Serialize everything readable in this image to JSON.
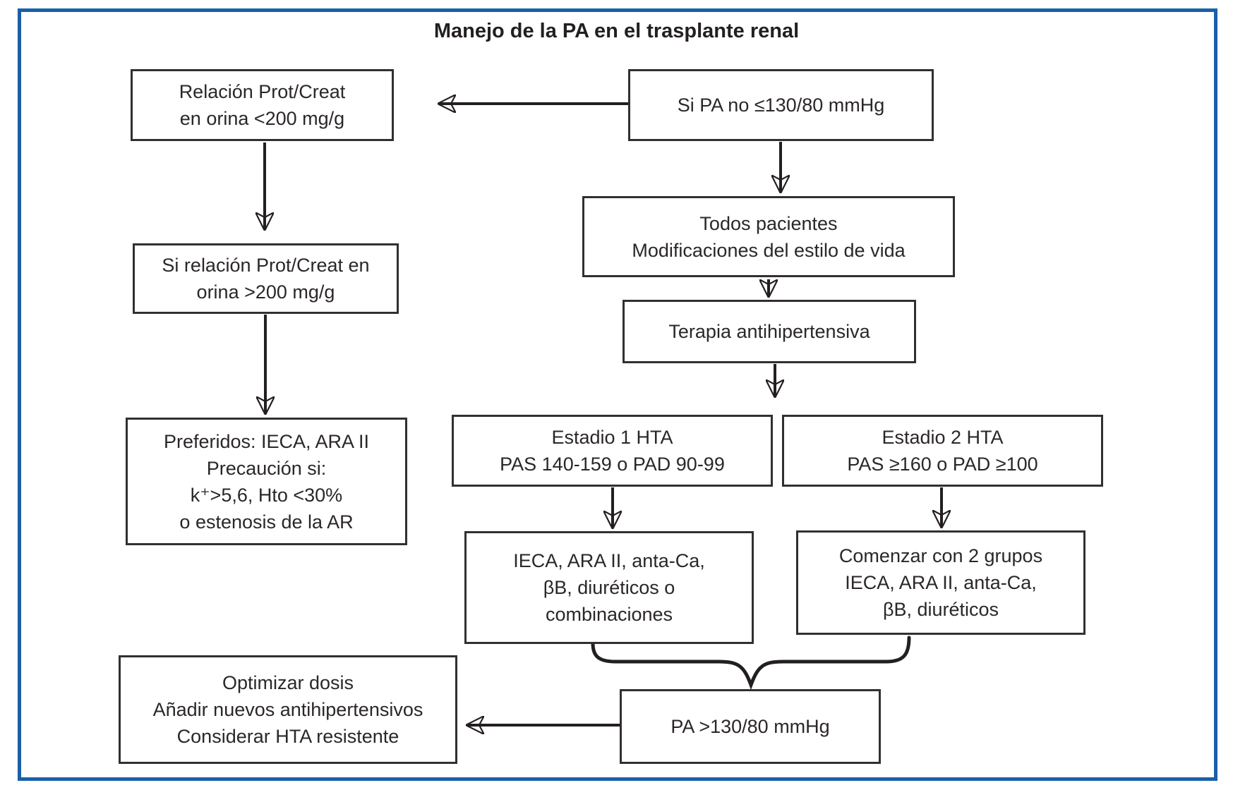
{
  "title": "Manejo de la PA en el trasplante renal",
  "frame_color": "#1a5fa9",
  "line_color": "#231f20",
  "boxes": {
    "relacion_menor": {
      "lines": [
        "Relación Prot/Creat",
        "en orina <200 mg/g"
      ]
    },
    "si_pa_no": {
      "lines": [
        "Si PA no ≤130/80 mmHg"
      ]
    },
    "todos_pacientes": {
      "lines": [
        "Todos pacientes",
        "Modificaciones del estilo de vida"
      ]
    },
    "terapia": {
      "lines": [
        "Terapia antihipertensiva"
      ]
    },
    "si_relacion_mayor": {
      "lines": [
        "Si relación Prot/Creat en",
        "orina >200 mg/g"
      ]
    },
    "estadio1": {
      "lines": [
        "Estadio 1 HTA",
        "PAS 140-159 o PAD 90-99"
      ]
    },
    "estadio2": {
      "lines": [
        "Estadio 2 HTA",
        "PAS ≥160 o PAD ≥100"
      ]
    },
    "preferidos": {
      "lines": [
        "Preferidos: IECA, ARA II",
        "Precaución si:",
        "k⁺>5,6, Hto <30%",
        "o estenosis de la AR"
      ]
    },
    "ieca_grupo": {
      "lines": [
        "IECA, ARA II, anta-Ca,",
        "βB, diuréticos o",
        "combinaciones"
      ]
    },
    "comenzar": {
      "lines": [
        "Comenzar con 2 grupos",
        "IECA, ARA II, anta-Ca,",
        "βB, diuréticos"
      ]
    },
    "optimizar": {
      "lines": [
        "Optimizar dosis",
        "Añadir nuevos antihipertensivos",
        "Considerar HTA resistente"
      ]
    },
    "pa_mayor": {
      "lines": [
        "PA >130/80 mmHg"
      ]
    }
  }
}
